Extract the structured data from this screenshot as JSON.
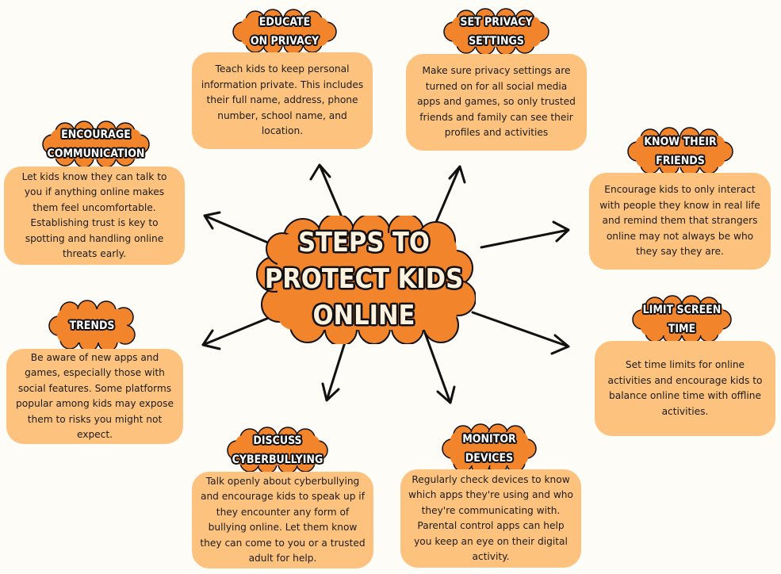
{
  "center": {
    "title": "STEPS TO\nPROTECT KIDS\nONLINE"
  },
  "colors": {
    "background": "#fdfcf7",
    "box": "#fdc37e",
    "cloud": "#f2842c",
    "outline": "#111111",
    "arrow": "#111111"
  },
  "steps": [
    {
      "title": "EDUCATE\nON PRIVACY",
      "text": "Teach kids to keep personal information private. This includes their full name, address, phone number, school name, and location."
    },
    {
      "title": "SET PRIVACY\nSETTINGS",
      "text": "Make sure privacy settings are turned on for all social media apps and games, so only trusted friends and family can see their profiles and activities"
    },
    {
      "title": "ENCOURAGE\nCOMMUNICATION",
      "text": "Let kids know they can talk to you if anything online makes them feel uncomfortable. Establishing trust is key to spotting and handling online threats early."
    },
    {
      "title": "KNOW THEIR\nFRIENDS",
      "text": "Encourage kids to only interact with people they know in real life and remind them that strangers online may not always be who they say they are."
    },
    {
      "title": "TRENDS",
      "text": "Be aware of new apps and games, especially those with social features. Some platforms popular among kids may expose them to risks you might not expect."
    },
    {
      "title": "LIMIT SCREEN\nTIME",
      "text": "Set time limits for online activities and encourage kids to balance online time with offline activities."
    },
    {
      "title": "DISCUSS\nCYBERBULLYING",
      "text": "Talk openly about cyberbullying and encourage kids to speak up if they encounter any form of bullying online. Let them know they can come to you or a trusted adult for help."
    },
    {
      "title": "MONITOR\nDEVICES",
      "text": "Regularly check devices to know which apps they're using and who they're communicating with. Parental control apps can help you keep an eye on their digital activity."
    }
  ]
}
